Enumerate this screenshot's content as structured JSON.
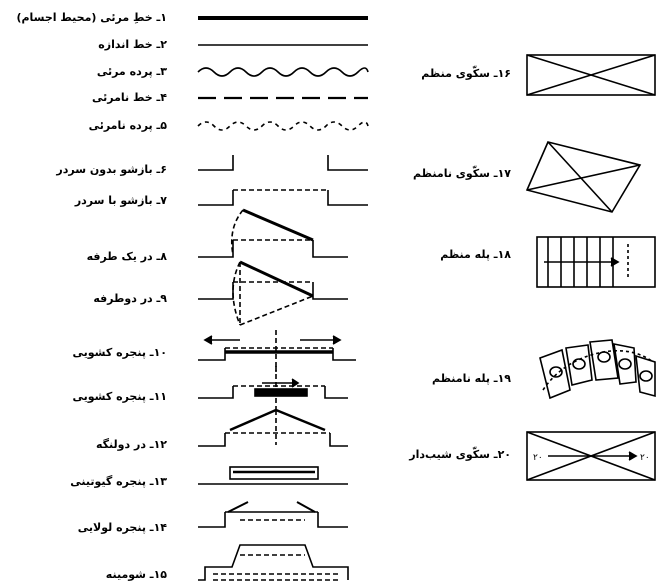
{
  "legend": {
    "items": [
      {
        "id": 1,
        "label": "۱ـ خطِ مرئی (محیط اجسام)"
      },
      {
        "id": 2,
        "label": "۲ـ خط اندازه"
      },
      {
        "id": 3,
        "label": "۳ـ پرده مرئی"
      },
      {
        "id": 4,
        "label": "۴ـ خط نامرئی"
      },
      {
        "id": 5,
        "label": "۵ـ پرده نامرئی"
      },
      {
        "id": 6,
        "label": "۶ـ بازشو بدون سردر"
      },
      {
        "id": 7,
        "label": "۷ـ بازشو با سردر"
      },
      {
        "id": 8,
        "label": "۸ـ در یک طرفه"
      },
      {
        "id": 9,
        "label": "۹ـ در دوطرفه"
      },
      {
        "id": 10,
        "label": "۱۰ـ پنجره کشویی"
      },
      {
        "id": 11,
        "label": "۱۱ـ پنجره کشویی"
      },
      {
        "id": 12,
        "label": "۱۲ـ در دولنگه"
      },
      {
        "id": 13,
        "label": "۱۳ـ پنجره گیوتینی"
      },
      {
        "id": 14,
        "label": "۱۴ـ پنجره لولایی"
      },
      {
        "id": 15,
        "label": "۱۵ـ شومینه"
      },
      {
        "id": 16,
        "label": "۱۶ـ سکّوی منظم"
      },
      {
        "id": 17,
        "label": "۱۷ـ سکّوی نامنظم"
      },
      {
        "id": 18,
        "label": "۱۸ـ پله منظم"
      },
      {
        "id": 19,
        "label": "۱۹ـ پله نامنظم"
      },
      {
        "id": 20,
        "label": "۲۰ـ سکّوی شیب‌دار"
      }
    ],
    "slope_marks": [
      "۲۰",
      "۲۰"
    ]
  }
}
